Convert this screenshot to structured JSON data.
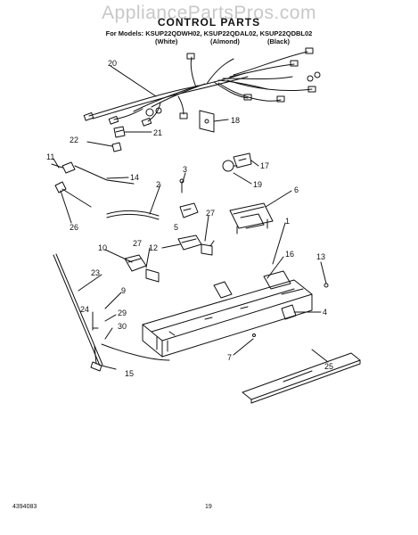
{
  "header": {
    "watermark": "AppliancePartsPros.com",
    "title": "CONTROL PARTS",
    "models_line": "For Models: KSUP22QDWH02, KSUP22QDAL02, KSUP22QDBL02",
    "color_white": "(White)",
    "color_almond": "(Almond)",
    "color_black": "(Black)"
  },
  "callouts": {
    "c1": "1",
    "c2": "2",
    "c3": "3",
    "c4": "4",
    "c5": "5",
    "c6": "6",
    "c7": "7",
    "c9": "9",
    "c10": "10",
    "c11": "11",
    "c12": "12",
    "c13": "13",
    "c14": "14",
    "c15": "15",
    "c16": "16",
    "c17": "17",
    "c18": "18",
    "c19": "19",
    "c20": "20",
    "c21": "21",
    "c22": "22",
    "c23": "23",
    "c24": "24",
    "c25": "25",
    "c26": "26",
    "c27a": "27",
    "c27b": "27",
    "c29": "29",
    "c30": "30"
  },
  "footer": {
    "doc_number": "4394083",
    "page_number": "19"
  }
}
